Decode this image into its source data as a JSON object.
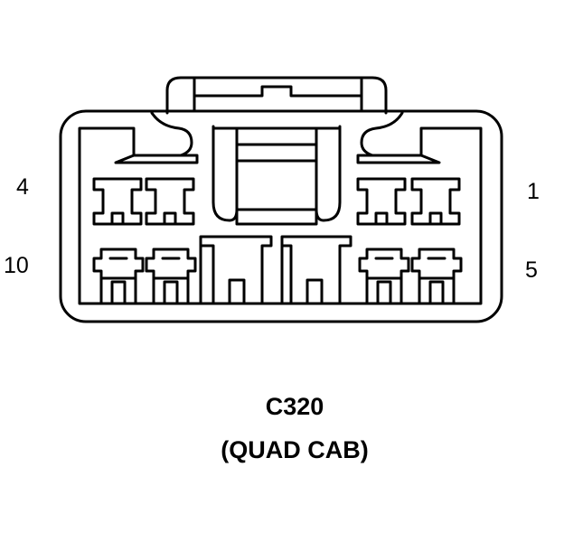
{
  "connector": {
    "id": "C320",
    "variant": "(QUAD CAB)",
    "pin_labels": {
      "top_left": "4",
      "top_right": "1",
      "bottom_left": "10",
      "bottom_right": "5"
    }
  }
}
